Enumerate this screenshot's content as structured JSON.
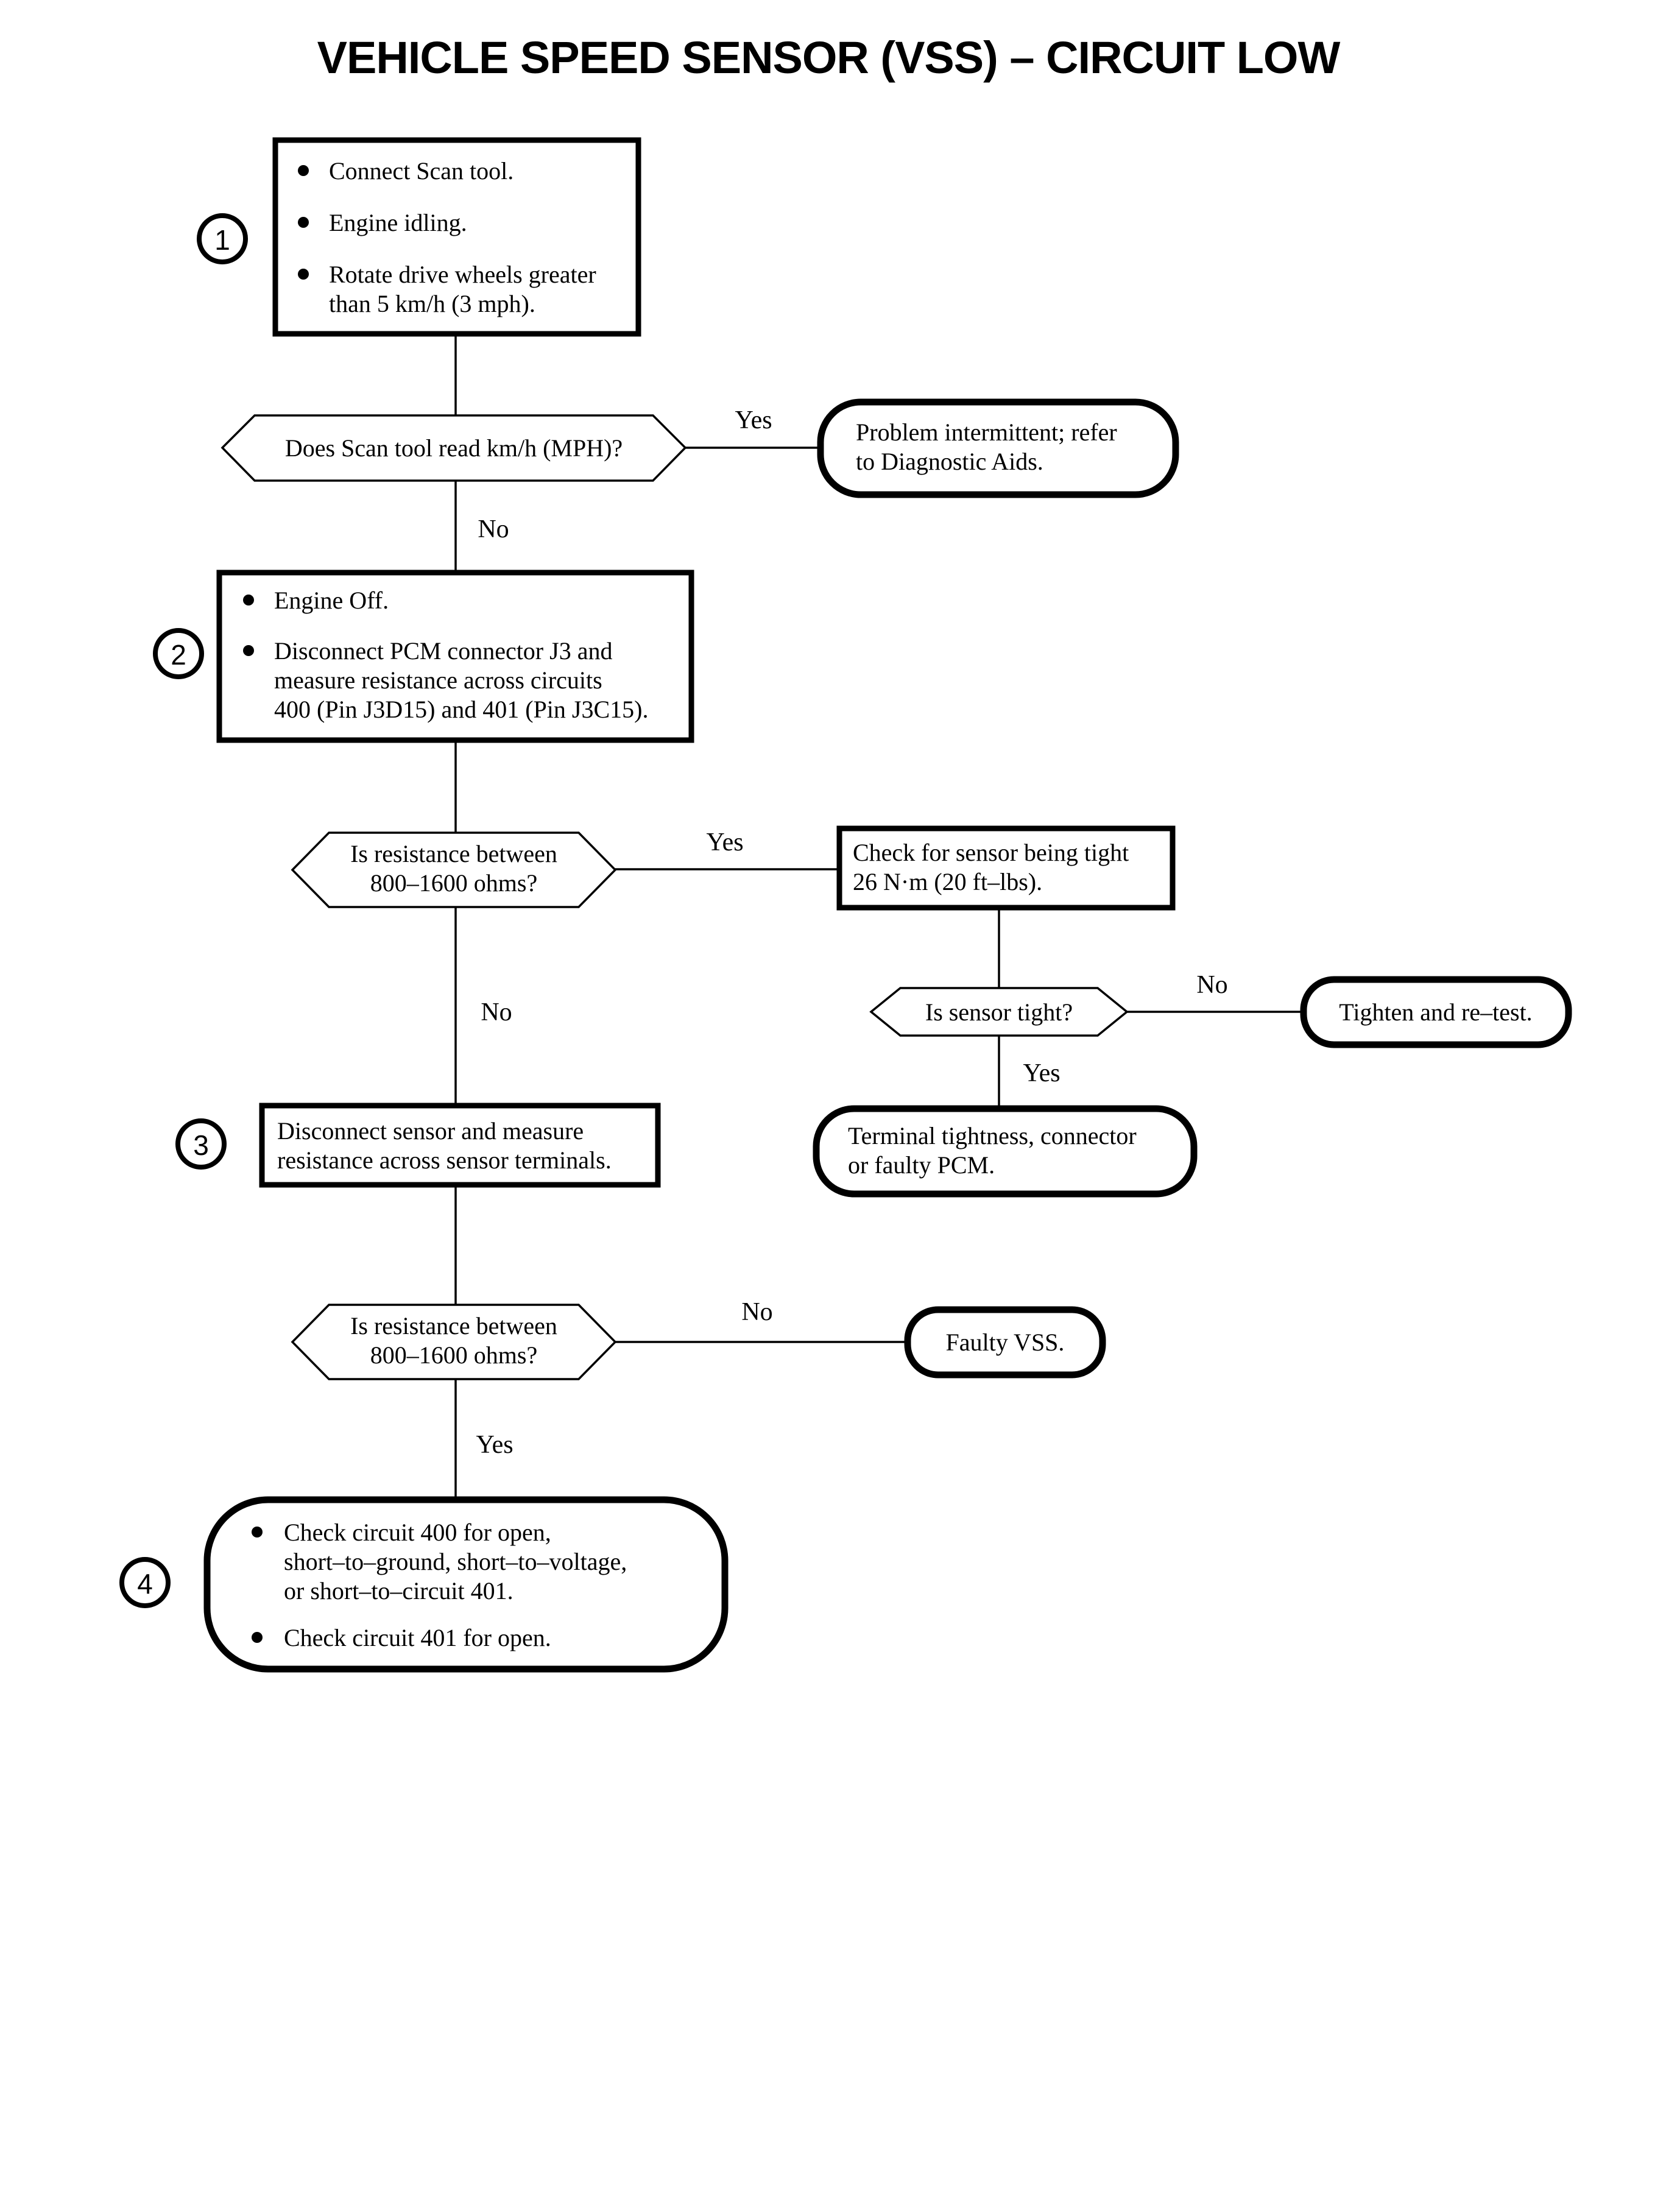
{
  "page": {
    "title": "VEHICLE SPEED SENSOR (VSS) – CIRCUIT LOW",
    "background_color": "#ffffff",
    "ink_color": "#000000"
  },
  "steps": [
    {
      "number": "1",
      "marker_name": "step-marker-1"
    },
    {
      "number": "2",
      "marker_name": "step-marker-2"
    },
    {
      "number": "3",
      "marker_name": "step-marker-3"
    },
    {
      "number": "4",
      "marker_name": "step-marker-4"
    }
  ],
  "nodes": {
    "step1": {
      "kind": "process",
      "bullets": [
        {
          "lines": [
            "Connect Scan tool."
          ]
        },
        {
          "lines": [
            "Engine idling."
          ]
        },
        {
          "lines": [
            "Rotate drive wheels greater",
            "than 5 km/h (3 mph)."
          ]
        }
      ],
      "l1": "Connect Scan tool.",
      "l2": "Engine idling.",
      "l3": "Rotate drive wheels greater",
      "l4": "than 5 km/h (3 mph)."
    },
    "decision1": {
      "kind": "decision",
      "l1": "Does Scan tool read km/h (MPH)?",
      "yes_label": "Yes",
      "no_label": "No"
    },
    "terminal1": {
      "kind": "terminal",
      "l1": "Problem intermittent; refer",
      "l2": "to Diagnostic Aids."
    },
    "step2": {
      "kind": "process",
      "l1": "Engine Off.",
      "l2": "Disconnect PCM connector J3 and",
      "l3": "measure resistance across circuits",
      "l4": "400 (Pin J3D15) and 401 (Pin J3C15)."
    },
    "decision2": {
      "kind": "decision",
      "l1": "Is resistance between",
      "l2": "800–1600 ohms?",
      "yes_label": "Yes",
      "no_label": "No"
    },
    "process_tight": {
      "kind": "process",
      "l1": "Check for sensor being tight",
      "l2": "26 N·m (20 ft–lbs)."
    },
    "decision_tight": {
      "kind": "decision",
      "l1": "Is sensor tight?",
      "yes_label": "Yes",
      "no_label": "No"
    },
    "terminal_tighten": {
      "kind": "terminal",
      "l1": "Tighten and re–test."
    },
    "terminal_pcm": {
      "kind": "terminal",
      "l1": "Terminal tightness, connector",
      "l2": "or faulty PCM."
    },
    "step3": {
      "kind": "process",
      "l1": "Disconnect sensor and measure",
      "l2": "resistance across sensor terminals."
    },
    "decision3": {
      "kind": "decision",
      "l1": "Is resistance between",
      "l2": "800–1600 ohms?",
      "yes_label": "Yes",
      "no_label": "No"
    },
    "terminal_vss": {
      "kind": "terminal",
      "l1": "Faulty VSS."
    },
    "step4": {
      "kind": "terminal",
      "l1": "Check circuit 400 for open,",
      "l2": "short–to–ground, short–to–voltage,",
      "l3": "or short–to–circuit 401.",
      "l4": "Check circuit 401 for open."
    }
  }
}
